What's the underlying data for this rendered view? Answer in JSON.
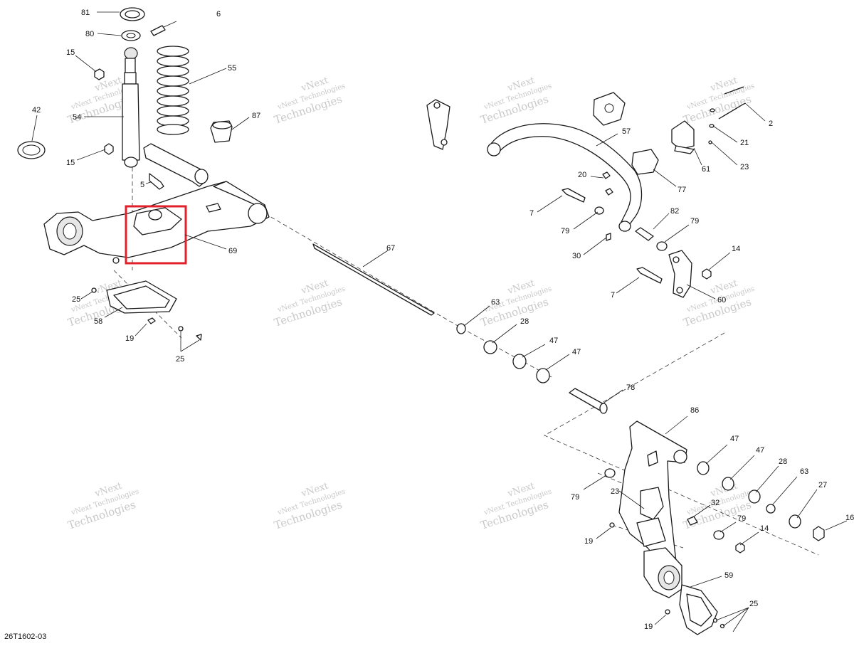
{
  "diagram_code": "26T1602-03",
  "watermark": {
    "line1": "vNext",
    "line2": "vNext Technologies",
    "line3": "Technologies"
  },
  "colors": {
    "highlight": "#e0202a",
    "line": "#1a1a1a",
    "watermark": "#c9c9c9"
  },
  "callouts": {
    "c81": "81",
    "c6": "6",
    "c80": "80",
    "c15a": "15",
    "c55": "55",
    "c42": "42",
    "c54": "54",
    "c87": "87",
    "c15b": "15",
    "c5": "5",
    "c69": "69",
    "c25a": "25",
    "c58": "58",
    "c19a": "19",
    "c25b": "25",
    "c67": "67",
    "c63a": "63",
    "c28a": "28",
    "c47a": "47",
    "c47b": "47",
    "c78": "78",
    "c57": "57",
    "c2": "2",
    "c21": "21",
    "c61": "61",
    "c23a": "23",
    "c20": "20",
    "c77": "77",
    "c7a": "7",
    "c82": "82",
    "c79a": "79",
    "c79b": "79",
    "c30": "30",
    "c14a": "14",
    "c7b": "7",
    "c60": "60",
    "c86": "86",
    "c47c": "47",
    "c47d": "47",
    "c28b": "28",
    "c63b": "63",
    "c27": "27",
    "c16": "16",
    "c79c": "79",
    "c23b": "23",
    "c32": "32",
    "c79d": "79",
    "c14b": "14",
    "c19b": "19",
    "c59": "59",
    "c25c": "25",
    "c19c": "19"
  }
}
